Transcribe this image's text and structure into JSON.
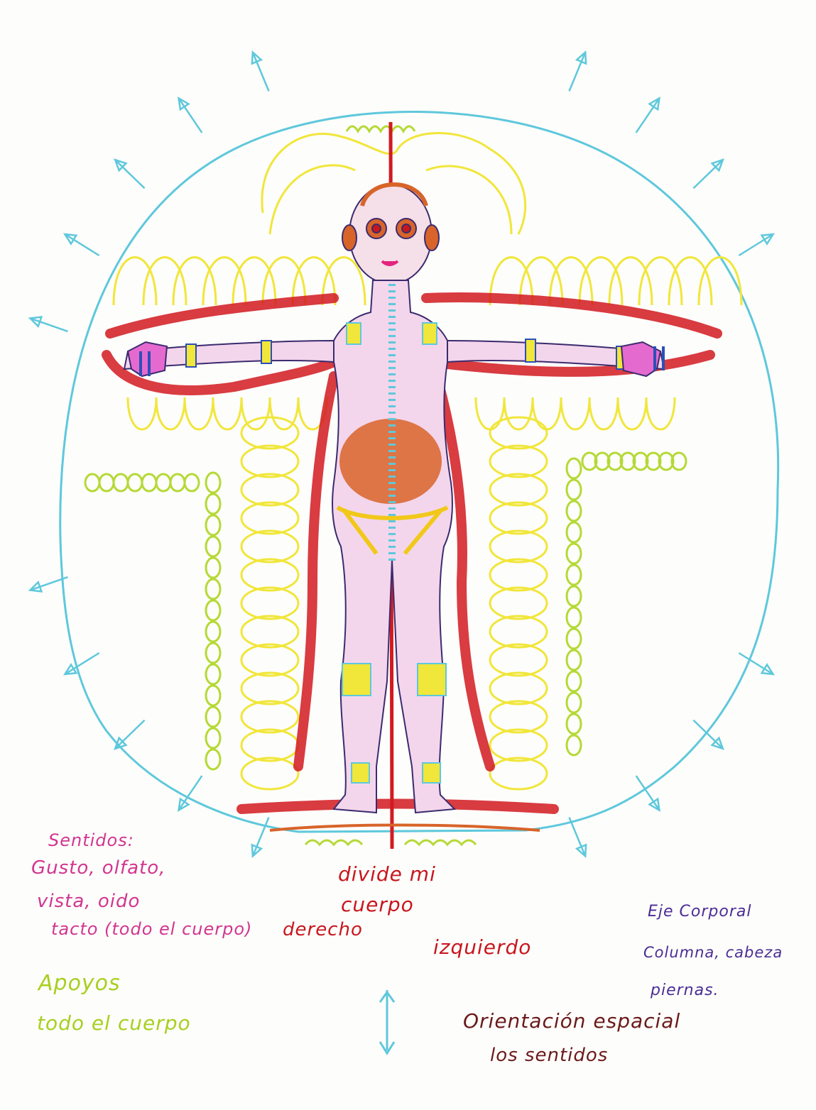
{
  "notes": {
    "sentidos_title": "Sentidos:",
    "sentidos_line1": "Gusto, olfato,",
    "sentidos_line2": "vista, oido",
    "sentidos_line3": "tacto (todo el cuerpo)",
    "derecho": "derecho",
    "divide_line1": "divide mi",
    "divide_line2": "cuerpo",
    "izquierdo": "izquierdo",
    "eje_line1": "Eje Corporal",
    "eje_line2": "Columna, cabeza",
    "eje_line3": "piernas.",
    "apoyos_line1": "Apoyos",
    "apoyos_line2": "todo el cuerpo",
    "orientacion_line1": "Orientación espacial",
    "orientacion_line2": "los sentidos"
  },
  "colors": {
    "sky_blue": "#5ec8dc",
    "yellow": "#f1e63a",
    "lime": "#b5d936",
    "red": "#d21a20",
    "pink": "#d2358f",
    "orange": "#d8642a",
    "purple": "#4b2d95"
  }
}
